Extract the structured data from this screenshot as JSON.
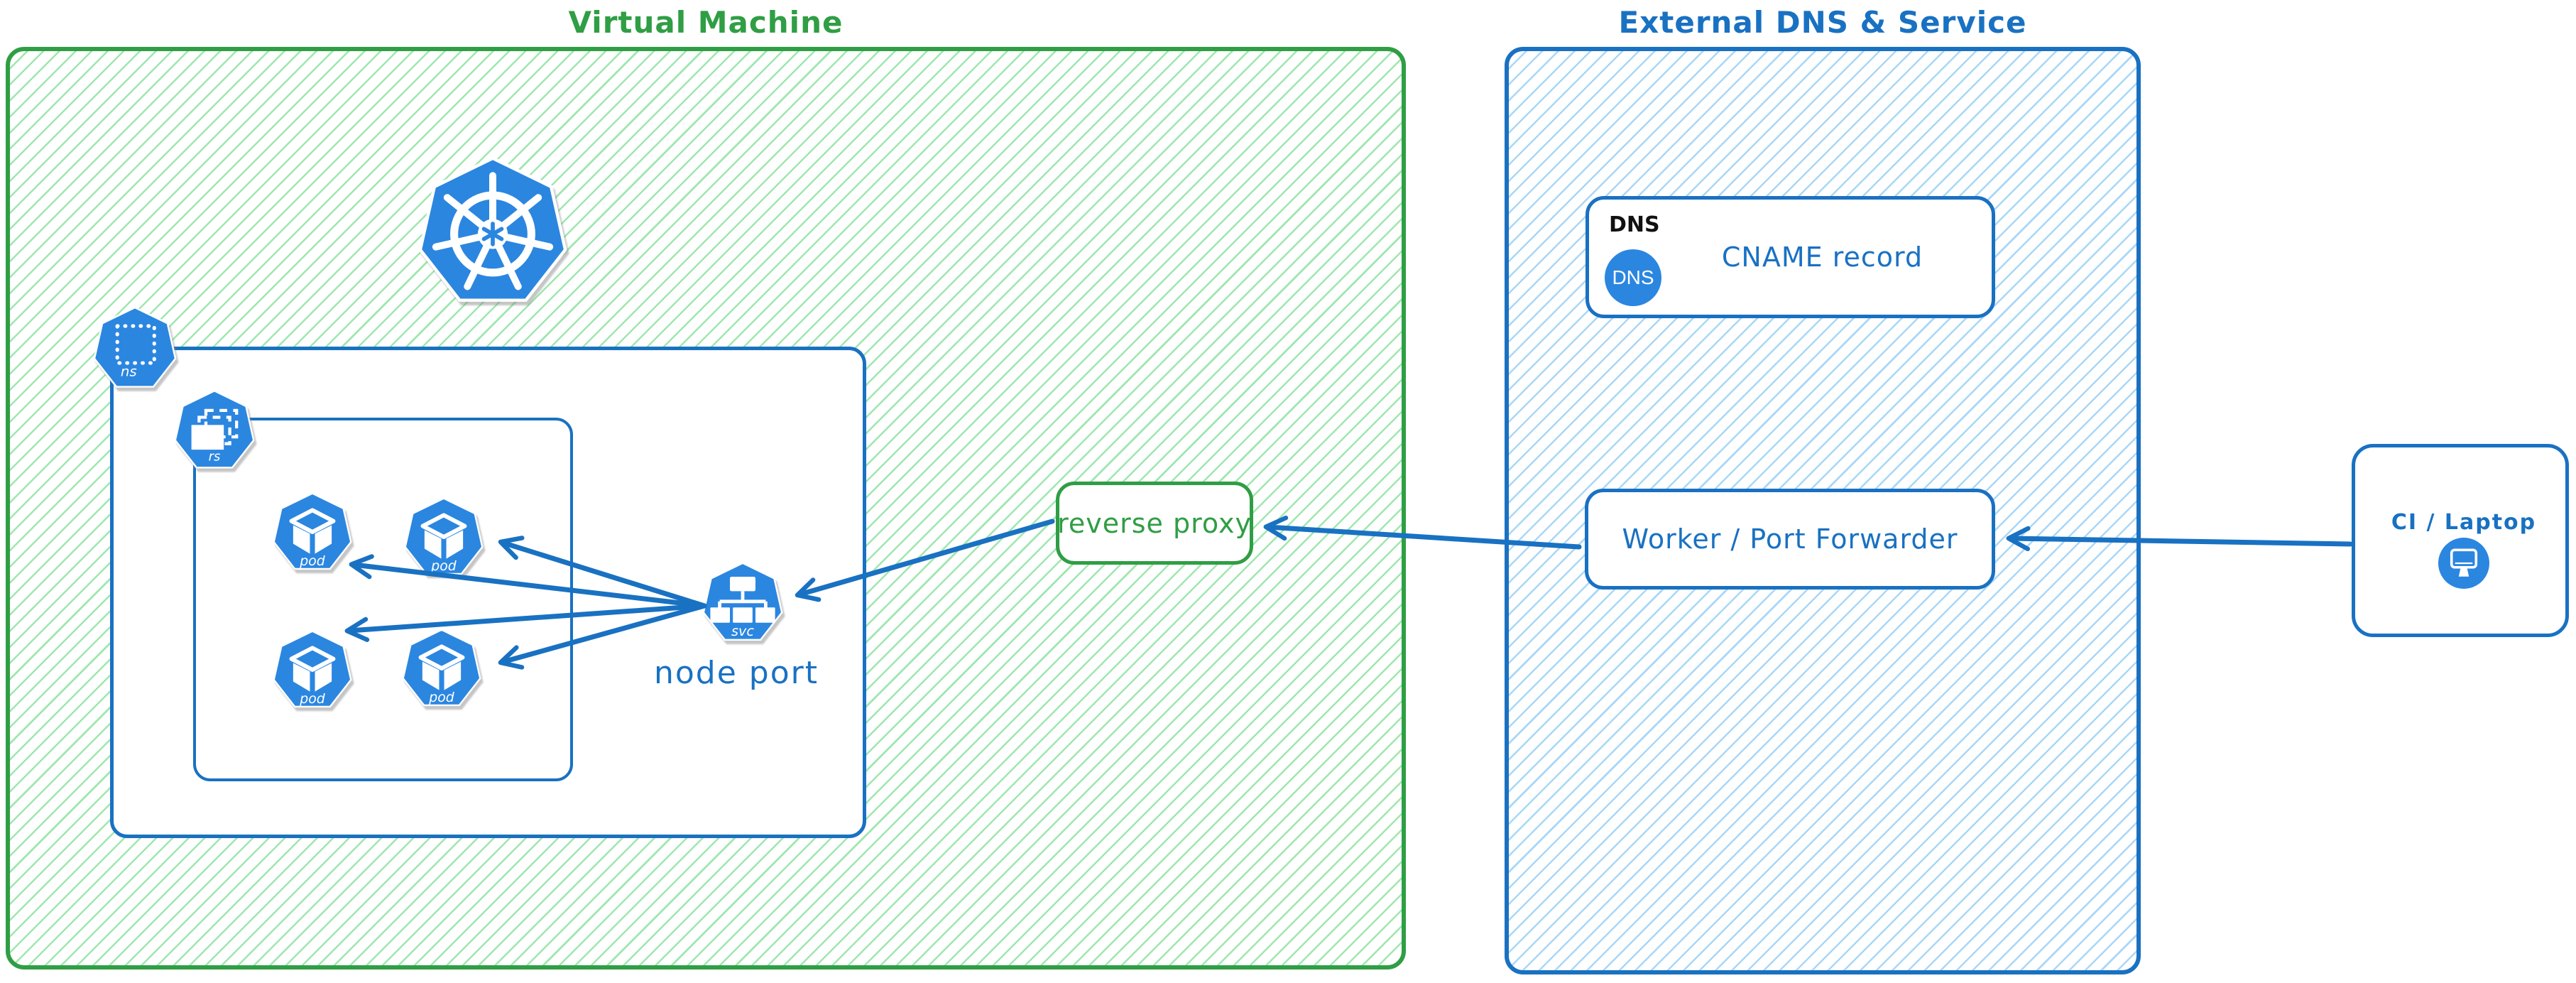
{
  "vm": {
    "title": "Virtual Machine"
  },
  "k8s": {
    "logo_icon": "kubernetes-logo",
    "ns_label": "ns",
    "rs_label": "rs",
    "pod_label": "pod",
    "svc_label": "svc",
    "node_port_label": "node port"
  },
  "reverse_proxy": {
    "label": "reverse proxy"
  },
  "external": {
    "title": "External DNS & Service",
    "dns": {
      "tag": "DNS",
      "badge": "DNS",
      "record": "CNAME record"
    },
    "worker": {
      "label": "Worker / Port Forwarder"
    }
  },
  "ci": {
    "label": "CI / Laptop",
    "icon": "monitor-icon"
  },
  "colors": {
    "green": "#2f9e44",
    "green_hatch": "#9fe7ae",
    "blue": "#1971c2",
    "blue_hatch": "#a9d7f8",
    "icon_blue": "#2b86e0",
    "dns_tag_black": "#111111"
  }
}
